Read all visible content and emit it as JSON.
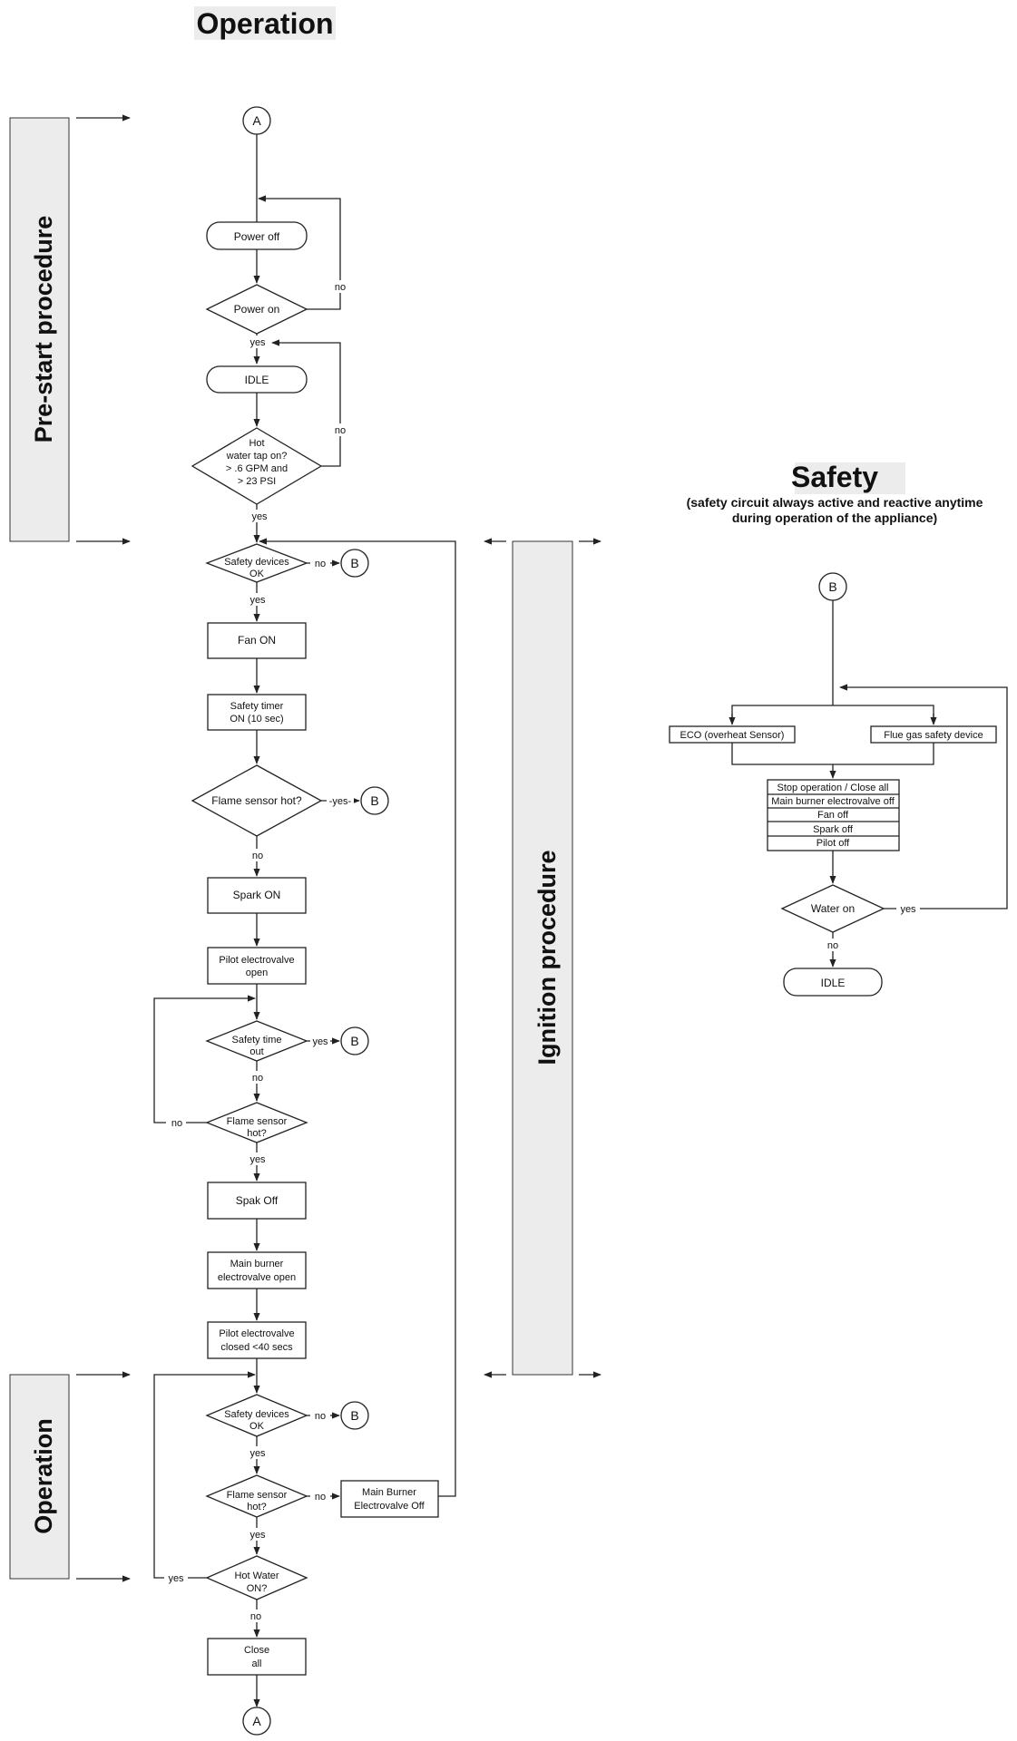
{
  "titles": {
    "operation": "Operation",
    "safety": "Safety",
    "safety_subtitle_1": "(safety circuit always active and reactive anytime",
    "safety_subtitle_2": "during operation of the appliance)"
  },
  "bands": {
    "prestart": "Pre-start procedure",
    "ignition": "Ignition procedure",
    "operation": "Operation"
  },
  "connectors": {
    "a": "A",
    "b": "B"
  },
  "edge_labels": {
    "yes": "yes",
    "no": "no",
    "yes_dash": "-yes-"
  },
  "nodes": {
    "power_off": "Power off",
    "power_on": "Power on",
    "idle": "IDLE",
    "hot_tap": [
      "Hot",
      "water tap on?",
      "> .6 GPM and",
      "> 23 PSI"
    ],
    "safety_ok_1": [
      "Safety devices",
      "OK"
    ],
    "fan_on": "Fan ON",
    "safety_timer": [
      "Safety timer",
      "ON (10 sec)"
    ],
    "flame_hot_1": "Flame sensor hot?",
    "spark_on": "Spark ON",
    "pilot_open": [
      "Pilot electrovalve",
      "open"
    ],
    "safety_timeout": [
      "Safety time",
      "out"
    ],
    "flame_hot_2": [
      "Flame sensor",
      "hot?"
    ],
    "spark_off": "Spak Off",
    "main_open": [
      "Main burner",
      "electrovalve open"
    ],
    "pilot_closed": [
      "Pilot electrovalve",
      "closed <40 secs"
    ],
    "safety_ok_2": [
      "Safety devices",
      "OK"
    ],
    "flame_hot_3": [
      "Flame sensor",
      "hot?"
    ],
    "main_off": [
      "Main Burner",
      "Electrovalve Off"
    ],
    "hot_water_on": [
      "Hot Water",
      "ON?"
    ],
    "close_all": [
      "Close",
      "all"
    ]
  },
  "safety_circuit": {
    "eco": "ECO (overheat Sensor)",
    "flue": "Flue gas safety device",
    "stop_list": [
      "Stop operation / Close all",
      "Main burner electrovalve off",
      "Fan off",
      "Spark off",
      "Pilot off"
    ],
    "water_on": "Water on",
    "idle": "IDLE"
  }
}
